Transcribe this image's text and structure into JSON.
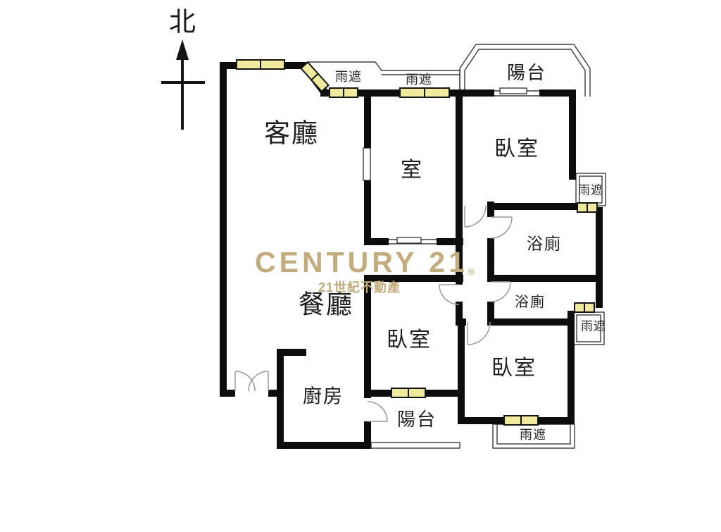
{
  "compass": {
    "north_label": "北"
  },
  "watermark": {
    "brand": "CENTURY 21",
    "registered": "®",
    "subtitle": "21世紀不動產",
    "color": "#C2AC7D"
  },
  "labels": {
    "living_room": "客廳",
    "dining_room": "餐廳",
    "inner_room": "室",
    "bedroom_top_right": "臥室",
    "bedroom_middle": "臥室",
    "bedroom_bottom_right": "臥室",
    "bathroom_upper": "浴廁",
    "bathroom_lower": "浴廁",
    "kitchen": "廚房",
    "balcony_top": "陽台",
    "balcony_bottom": "陽台",
    "rain_cover_top_left": "雨遮",
    "rain_cover_top_center": "雨遮",
    "rain_cover_right_upper": "雨遮",
    "rain_cover_right_lower": "雨遮",
    "rain_cover_bottom": "雨遮"
  },
  "colors": {
    "wall": "#0d0d0d",
    "window_fill": "#EFEA9E",
    "outline": "#3c3c3c",
    "door_arc": "#9a9a9a",
    "watermark": "#C2AC7D"
  }
}
